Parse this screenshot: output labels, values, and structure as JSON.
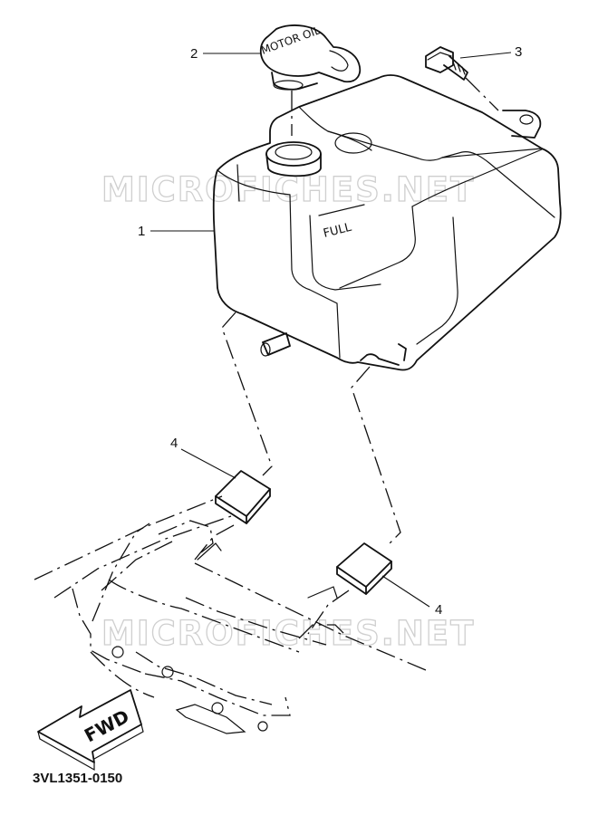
{
  "diagram": {
    "part_code": "3VL1351-0150",
    "watermark_top": "MICROFICHES.NET",
    "watermark_bottom": "MICROFICHES.NET",
    "tank_marking": "FULL",
    "cap_marking": "MOTOR OIL",
    "direction_arrow": "FWD",
    "callouts": [
      {
        "label": "1"
      },
      {
        "label": "2"
      },
      {
        "label": "3"
      },
      {
        "label": "4"
      },
      {
        "label": "4"
      }
    ]
  }
}
